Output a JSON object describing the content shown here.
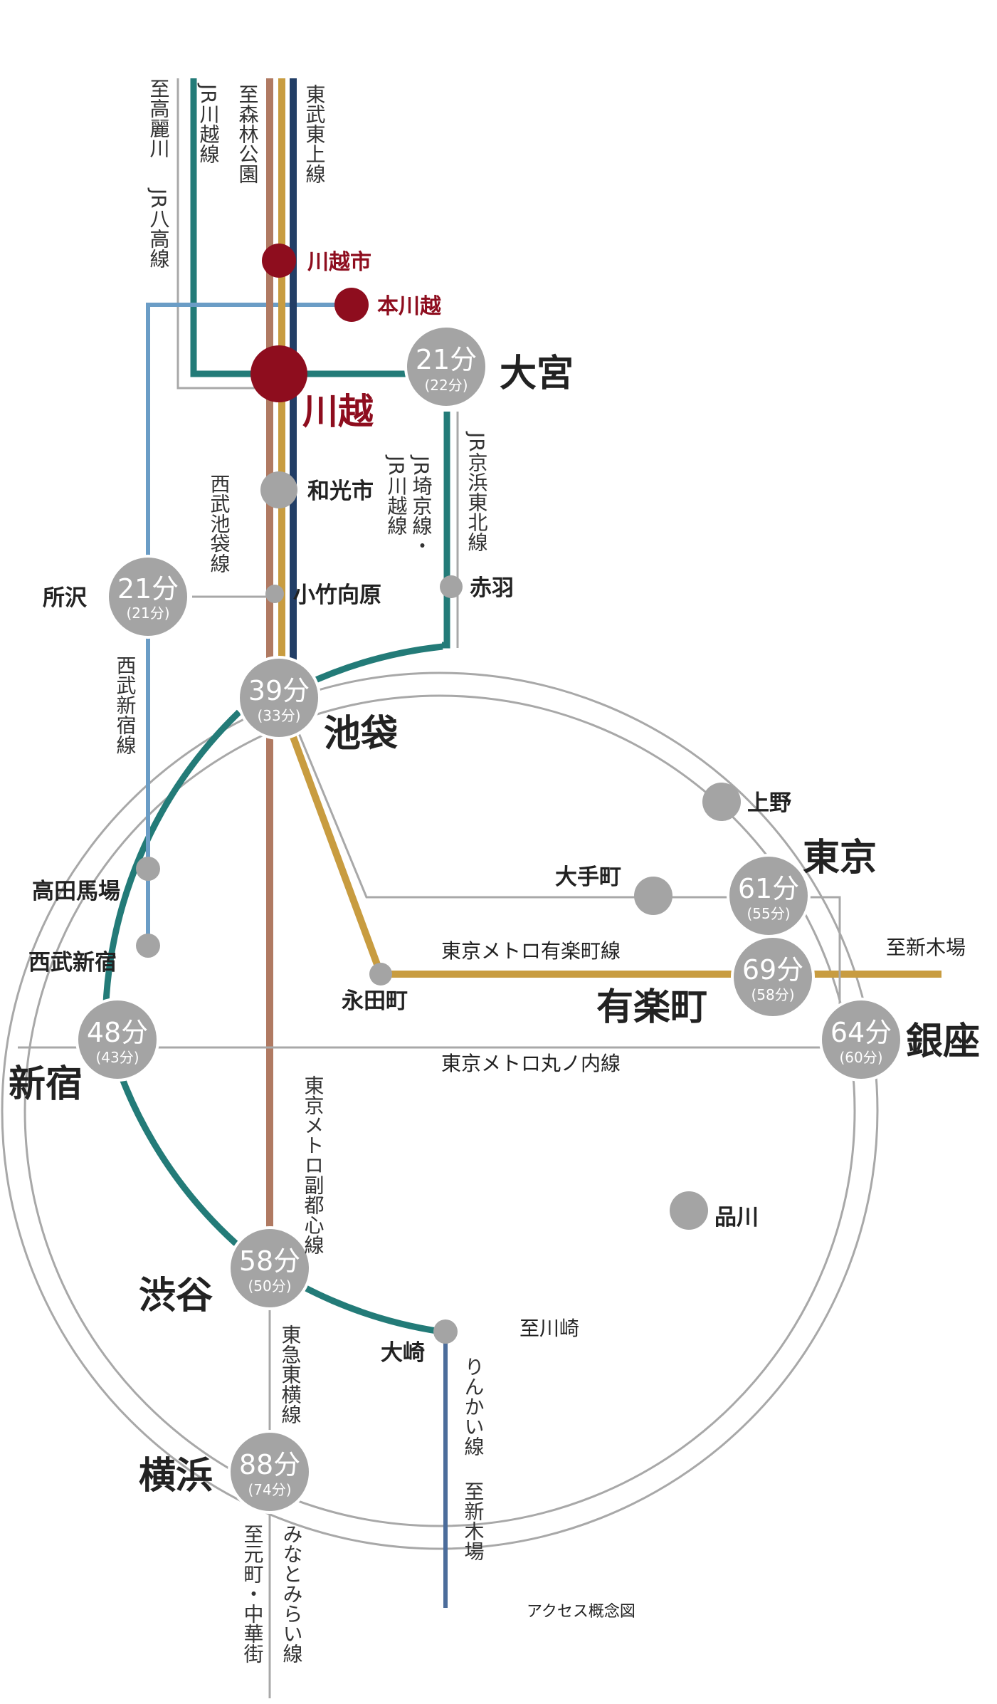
{
  "colors": {
    "tobu": "#223e66",
    "fukutoshin": "#b07a62",
    "yurakucho": "#c89c40",
    "jr_green": "#237b78",
    "seibu_blue": "#6b9dc6",
    "rinkai": "#4c6d9b",
    "gray_line": "#a8a8a8",
    "station_gray": "#a4a4a4",
    "accent_red": "#8e0d1e"
  },
  "line_labels": {
    "to_komagawa": "至高麗川",
    "jr_hachiko": "JR八高線",
    "jr_kawagoe_top": "JR川越線",
    "to_shinrin": "至森林公園",
    "tobu_tojo": "東武東上線",
    "seibu_ikebukuro": "西武池袋線",
    "jr_kawagoe_saikyo": "JR川越線",
    "jr_saikyo": "JR埼京線・",
    "jr_keihin": "JR京浜東北線",
    "seibu_shinjuku": "西武新宿線",
    "fukutoshin": "東京メトロ副都心線",
    "tokyu_toyoko": "東急東横線",
    "minatomirai": "みなとみらい線",
    "to_motomachi": "至元町・中華街",
    "rinkai": "りんかい線",
    "to_shinkiba_bottom": "至新木場",
    "to_shinkiba_right": "至新木場",
    "yurakucho_line": "東京メトロ有楽町線",
    "marunouchi_line": "東京メトロ丸ノ内線",
    "to_kawasaki": "至川崎"
  },
  "stations": {
    "kawagoeshi": "川越市",
    "honkawagoe": "本川越",
    "kawagoe": "川越",
    "omiya": "大宮",
    "wakoshi": "和光市",
    "kotakemukaihara": "小竹向原",
    "akabane": "赤羽",
    "tokorozawa": "所沢",
    "ikebukuro": "池袋",
    "ueno": "上野",
    "tokyo": "東京",
    "otemachi": "大手町",
    "takadanobaba": "高田馬場",
    "seibushinjuku": "西武新宿",
    "nagatacho": "永田町",
    "yurakucho": "有楽町",
    "shinjuku": "新宿",
    "ginza": "銀座",
    "shinagawa": "品川",
    "shibuya": "渋谷",
    "osaki": "大崎",
    "yokohama": "横浜"
  },
  "times": {
    "omiya": {
      "main": "21分",
      "sub": "(22分)"
    },
    "tokorozawa": {
      "main": "21分",
      "sub": "(21分)"
    },
    "ikebukuro": {
      "main": "39分",
      "sub": "(33分)"
    },
    "tokyo": {
      "main": "61分",
      "sub": "(55分)"
    },
    "yurakucho": {
      "main": "69分",
      "sub": "(58分)"
    },
    "shinjuku": {
      "main": "48分",
      "sub": "(43分)"
    },
    "ginza": {
      "main": "64分",
      "sub": "(60分)"
    },
    "shibuya": {
      "main": "58分",
      "sub": "(50分)"
    },
    "yokohama": {
      "main": "88分",
      "sub": "(74分)"
    }
  },
  "caption": "アクセス概念図"
}
